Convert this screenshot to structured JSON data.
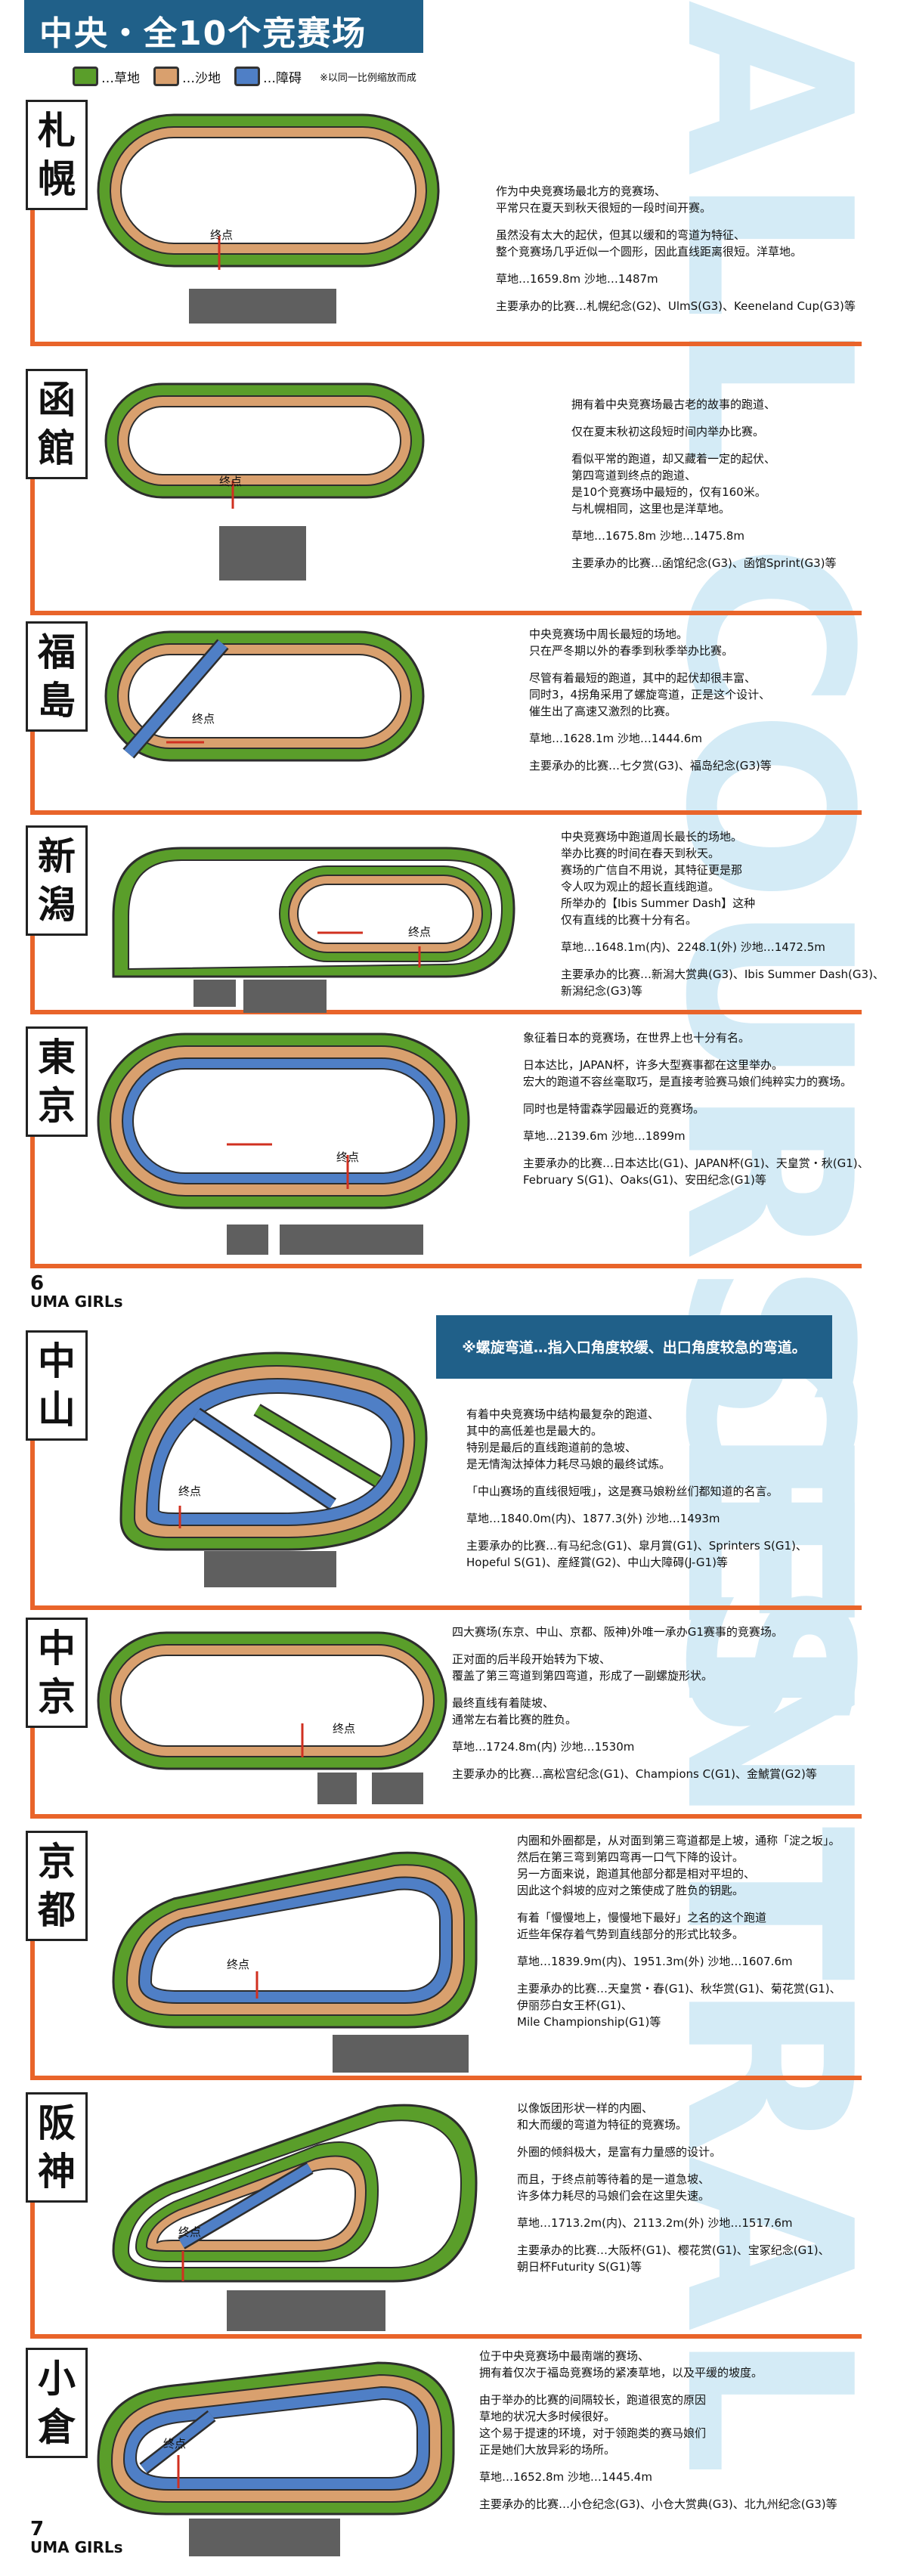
{
  "header": {
    "title": "中央・全10个竞赛场"
  },
  "legend": {
    "items": [
      {
        "label": "…草地",
        "color": "#5a9e2a"
      },
      {
        "label": "…沙地",
        "color": "#d9a06e"
      },
      {
        "label": "…障碍",
        "color": "#4f7fc6"
      }
    ],
    "note": "※以同一比例缩放而成"
  },
  "background_text": [
    "ALL COURSES",
    "CENTRAL"
  ],
  "finish_label": "终点",
  "callout": {
    "text": "※螺旋弯道…指入口角度较缓、出口角度较急的弯道。"
  },
  "page_numbers": [
    {
      "num": "6",
      "label": "UMA GIRLs"
    },
    {
      "num": "7",
      "label": "UMA GIRLs"
    }
  ],
  "courses": [
    {
      "name": [
        "札",
        "幌"
      ],
      "paragraphs": [
        "作为中央竞赛场最北方的竞赛场、\n平常只在夏天到秋天很短的一段时间开赛。",
        "虽然没有太大的起伏，但其以缓和的弯道为特征、\n整个竞赛场几乎近似一个圆形，因此直线距离很短。洋草地。",
        "草地…1659.8m 沙地…1487m",
        "主要承办的比赛…札幌纪念(G2)、UlmS(G3)、Keeneland Cup(G3)等"
      ]
    },
    {
      "name": [
        "函",
        "館"
      ],
      "paragraphs": [
        "拥有着中央竞赛场最古老的故事的跑道、",
        "仅在夏末秋初这段短时间内举办比赛。",
        "看似平常的跑道，却又藏着一定的起伏、\n第四弯道到终点的跑道、\n是10个竞赛场中最短的，仅有160米。\n与札幌相同，这里也是洋草地。",
        "草地…1675.8m 沙地…1475.8m",
        "主要承办的比赛…函馆纪念(G3)、函馆Sprint(G3)等"
      ]
    },
    {
      "name": [
        "福",
        "島"
      ],
      "paragraphs": [
        "中央竞赛场中周长最短的场地。\n只在严冬期以外的春季到秋季举办比赛。",
        "尽管有着最短的跑道，其中的起伏却很丰富、\n同时3，4拐角采用了螺旋弯道，正是这个设计、\n催生出了高速又激烈的比赛。",
        "草地…1628.1m 沙地…1444.6m",
        "主要承办的比赛…七夕赏(G3)、福岛纪念(G3)等"
      ]
    },
    {
      "name": [
        "新",
        "潟"
      ],
      "paragraphs": [
        "中央竞赛场中跑道周长最长的场地。\n举办比赛的时间在春天到秋天。\n赛场的广信自不用说，其特征更是那\n令人叹为观止的超长直线跑道。\n所举办的【Ibis Summer Dash】这种\n仅有直线的比赛十分有名。",
        "草地…1648.1m(内)、2248.1(外) 沙地…1472.5m",
        "主要承办的比赛…新潟大赏典(G3)、Ibis Summer Dash(G3)、\n新潟纪念(G3)等"
      ]
    },
    {
      "name": [
        "東",
        "京"
      ],
      "paragraphs": [
        "象征着日本的竞赛场，在世界上也十分有名。",
        "日本达比，JAPAN杯，许多大型赛事都在这里举办。\n宏大的跑道不容丝毫取巧，是直接考验赛马娘们纯粹实力的赛场。",
        "同时也是特雷森学园最近的竞赛场。",
        "草地…2139.6m 沙地…1899m",
        "主要承办的比赛…日本达比(G1)、JAPAN杯(G1)、天皇赏・秋(G1)、\nFebruary S(G1)、Oaks(G1)、安田纪念(G1)等"
      ]
    },
    {
      "name": [
        "中",
        "山"
      ],
      "paragraphs": [
        "有着中央竞赛场中结构最复杂的跑道、\n其中的高低差也是最大的。\n特别是最后的直线跑道前的急坡、\n是无情淘汰掉体力耗尽马娘的最终试炼。",
        "「中山赛场的直线很短哦」，这是赛马娘粉丝们都知道的名言。",
        "草地…1840.0m(内)、1877.3(外) 沙地…1493m",
        "主要承办的比赛…有马纪念(G1)、皐月賞(G1)、Sprinters S(G1)、\nHopeful S(G1)、産経賞(G2)、中山大障碍(J-G1)等"
      ]
    },
    {
      "name": [
        "中",
        "京"
      ],
      "paragraphs": [
        "四大赛场(东京、中山、京都、阪神)外唯一承办G1赛事的竞赛场。",
        "正对面的后半段开始转为下坡、\n覆盖了第三弯道到第四弯道，形成了一副螺旋形状。",
        "最终直线有着陡坡、\n通常左右着比赛的胜负。",
        "草地…1724.8m(内) 沙地…1530m",
        "主要承办的比赛…高松宫纪念(G1)、Champions C(G1)、金鯱賞(G2)等"
      ]
    },
    {
      "name": [
        "京",
        "都"
      ],
      "paragraphs": [
        "内圈和外圈都是，从对面到第三弯道都是上坡，通称「淀之坂」。\n然后在第三弯到第四弯再一口气下降的设计。\n另一方面来说，跑道其他部分都是相对平坦的、\n因此这个斜坡的应对之策使成了胜负的钥匙。",
        "有着「慢慢地上，慢慢地下最好」之名的这个跑道\n近些年保存着气势到直线部分的形式比较多。",
        "草地…1839.9m(内)、1951.3m(外) 沙地…1607.6m",
        "主要承办的比赛…天皇赏・春(G1)、秋华赏(G1)、菊花赏(G1)、\n伊丽莎白女王杯(G1)、\nMile Championship(G1)等"
      ]
    },
    {
      "name": [
        "阪",
        "神"
      ],
      "paragraphs": [
        "以像饭团形状一样的内圈、\n和大而缓的弯道为特征的竞赛场。",
        "外圈的倾斜极大，是富有力量感的设计。",
        "而且，于终点前等待着的是一道急坡、\n许多体力耗尽的马娘们会在这里失速。",
        "草地…1713.2m(内)、2113.2m(外) 沙地…1517.6m",
        "主要承办的比赛…大阪杯(G1)、樱花赏(G1)、宝冢纪念(G1)、\n朝日杯Futurity S(G1)等"
      ]
    },
    {
      "name": [
        "小",
        "倉"
      ],
      "paragraphs": [
        "位于中央竞赛场中最南端的赛场、\n拥有着仅次于福岛竞赛场的紧凑草地，以及平缓的坡度。",
        "由于举办的比赛的间隔较长，跑道很宽的原因\n草地的状况大多时候很好。\n这个易于提速的环境，对于领跑类的赛马娘们\n正是她们大放异彩的场所。",
        "草地…1652.8m 沙地…1445.4m",
        "主要承办的比赛…小仓纪念(G3)、小仓大赏典(G3)、北九州纪念(G3)等"
      ]
    }
  ]
}
